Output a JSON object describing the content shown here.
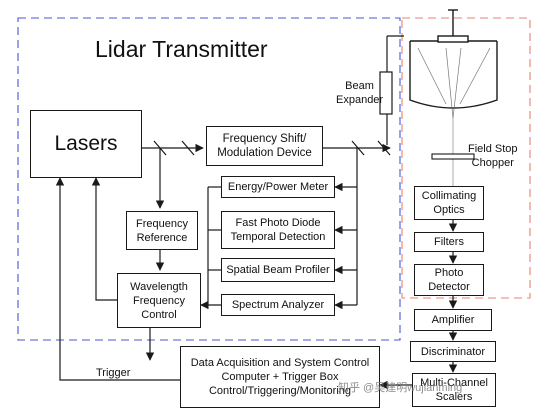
{
  "title": "Lidar Transmitter",
  "boxes": {
    "lasers": "Lasers",
    "frequency_shift": "Frequency Shift/\nModulation Device",
    "energy_meter": "Energy/Power Meter",
    "photo_diode": "Fast Photo Diode\nTemporal Detection",
    "beam_profiler": "Spatial Beam Profiler",
    "spectrum_analyzer": "Spectrum Analyzer",
    "frequency_reference": "Frequency\nReference",
    "wavelength_control": "Wavelength\nFrequency\nControl",
    "daq": "Data Acquisition and System Control\nComputer + Trigger Box\nControl/Triggering/Monitoring",
    "collimating_optics": "Collimating\nOptics",
    "filters": "Filters",
    "photo_detector": "Photo\nDetector",
    "amplifier": "Amplifier",
    "discriminator": "Discriminator",
    "scalers": "Multi-Channel\nScalers"
  },
  "labels": {
    "beam_expander": "Beam\nExpander",
    "field_stop": "Field Stop\nChopper",
    "trigger": "Trigger"
  },
  "watermark": "知乎 @吴建明wujianming",
  "colors": {
    "transmitter_border": "#4a55d6",
    "receiver_border": "#e88070",
    "line": "#1a1a1a",
    "background": "#ffffff"
  }
}
